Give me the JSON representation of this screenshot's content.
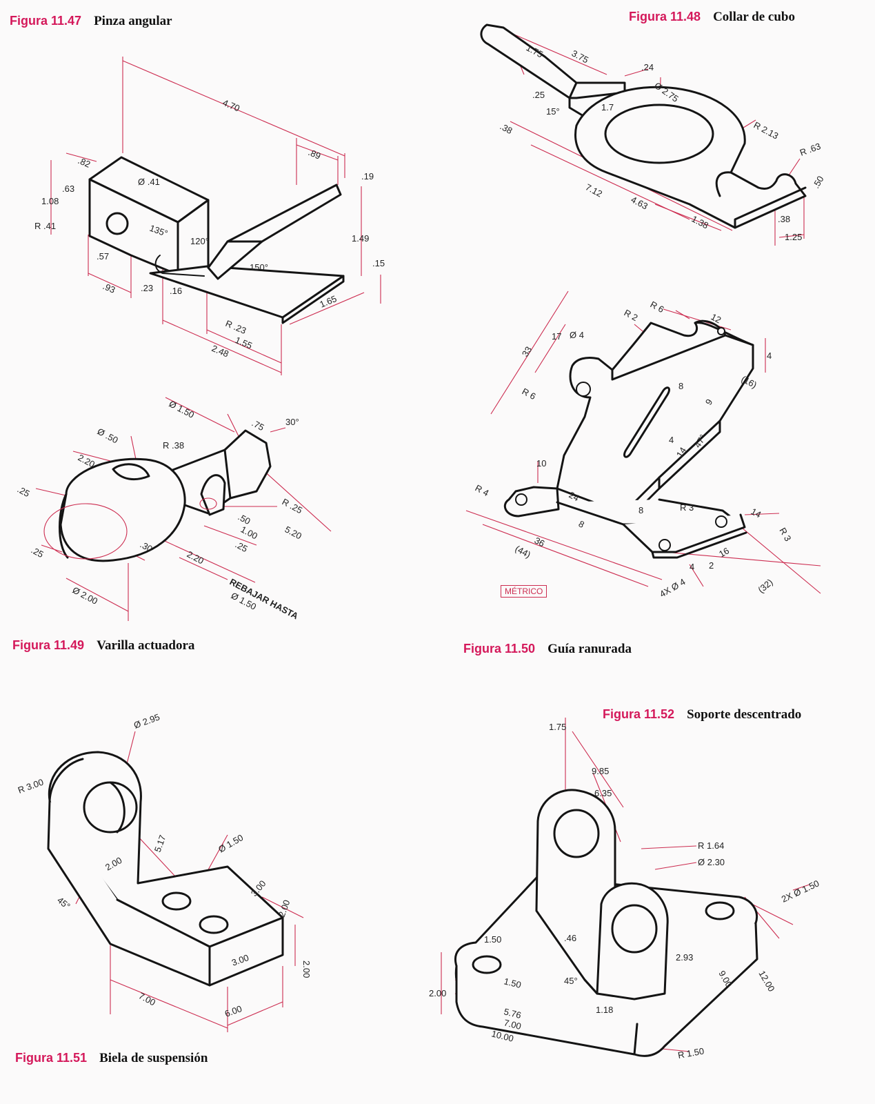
{
  "figures": [
    {
      "number": "Figura 11.47",
      "title": "Pinza angular",
      "dims": [
        "4.70",
        ".82",
        ".63",
        "1.08",
        "R .41",
        "Ø .41",
        "135°",
        ".57",
        ".93",
        ".23",
        ".16",
        "120°",
        "150°",
        "R .23",
        "1.55",
        "2.48",
        ".89",
        ".19",
        "1.49",
        ".15",
        "1.65"
      ]
    },
    {
      "number": "Figura 11.48",
      "title": "Collar de cubo",
      "dims": [
        "3.75",
        "1.75",
        ".24",
        "Ø 2.75",
        ".25",
        "15°",
        "1.7",
        ".38",
        "R 2.13",
        "R .63",
        ".50",
        "7.12",
        "4.63",
        "1.38",
        ".38",
        "1.25"
      ]
    },
    {
      "number": "Figura 11.49",
      "title": "Varilla actuadora",
      "dims": [
        "Ø 1.50",
        ".75",
        "30°",
        "Ø .50",
        "R .38",
        "2.20",
        ".25",
        ".25",
        "R .25",
        "5.20",
        ".50",
        "1.00",
        ".25",
        "2.20",
        ".30",
        "Ø 2.00",
        "REBAJAR HASTA",
        "Ø 1.50"
      ]
    },
    {
      "number": "Figura 11.50",
      "title": "Guía ranurada",
      "note": "MÉTRICO",
      "dims": [
        "R 6",
        "R 2",
        "12",
        "17",
        "Ø 4",
        "33",
        "4",
        "(16)",
        "R 6",
        "8",
        "9",
        "47°",
        "4",
        "14",
        "10",
        "R 4",
        "24",
        "R 3",
        "8",
        "R 3",
        "8",
        "14",
        "36",
        "(44)",
        "16",
        "4",
        "2",
        "4X Ø 4",
        "(32)"
      ]
    },
    {
      "number": "Figura 11.51",
      "title": "Biela de suspensión",
      "dims": [
        "Ø 2.95",
        "R 3.00",
        "5.17",
        "Ø 1.50",
        "2.00",
        "45°",
        "3.00",
        "2.00",
        "2.00",
        "3.00",
        "7.00",
        "6.00"
      ]
    },
    {
      "number": "Figura 11.52",
      "title": "Soporte descentrado",
      "dims": [
        "1.75",
        "9.85",
        "6.35",
        "R 1.64",
        "Ø 2.30",
        "2X Ø 1.50",
        ".46",
        "1.50",
        "2.93",
        "9.00",
        "12.00",
        "2.00",
        "1.50",
        "45°",
        "1.18",
        "5.76",
        "7.00",
        "10.00",
        "R 1.50"
      ]
    }
  ]
}
